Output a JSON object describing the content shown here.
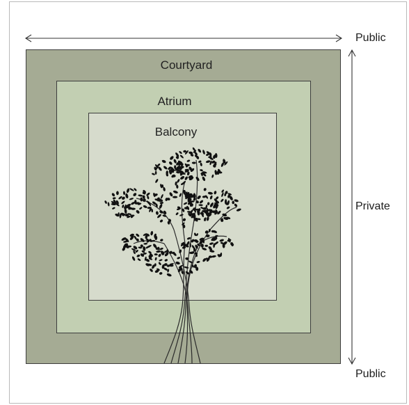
{
  "zones": [
    {
      "label": "Courtyard",
      "color": "#a5ab94"
    },
    {
      "label": "Atrium",
      "color": "#c2cfb2"
    },
    {
      "label": "Balcony",
      "color": "#d6dbcc"
    }
  ],
  "axis": {
    "top_label": "Public",
    "middle_label": "Private",
    "bottom_label": "Public"
  },
  "tree": {
    "icon": "tree-icon",
    "color": "#111111"
  }
}
